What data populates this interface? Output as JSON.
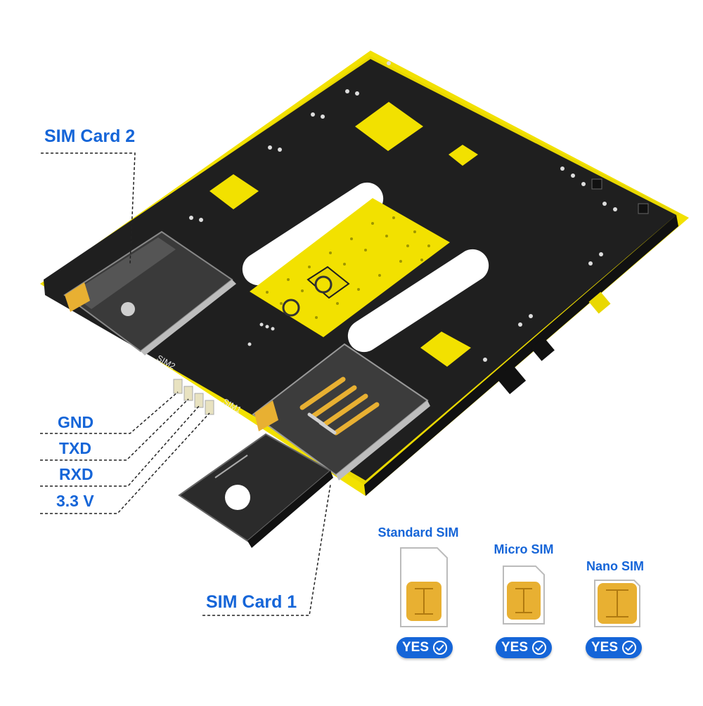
{
  "callouts": {
    "sim_card_2": "SIM Card 2",
    "sim_card_1": "SIM Card 1",
    "gnd": "GND",
    "txd": "TXD",
    "rxd": "RXD",
    "v33": "3.3 V"
  },
  "silkscreen": {
    "sim2": "SIM2",
    "sim1": "SIM1"
  },
  "sim_types": [
    {
      "name": "Standard SIM",
      "status": "YES"
    },
    {
      "name": "Micro SIM",
      "status": "YES"
    },
    {
      "name": "Nano SIM",
      "status": "YES"
    }
  ],
  "colors": {
    "accent": "#1565d8",
    "board": "#1e1e1e",
    "board_edge": "#f2e100",
    "gold_contact": "#e8b032"
  },
  "icons": [
    "check-circle-icon",
    "sim-chip-icon"
  ]
}
